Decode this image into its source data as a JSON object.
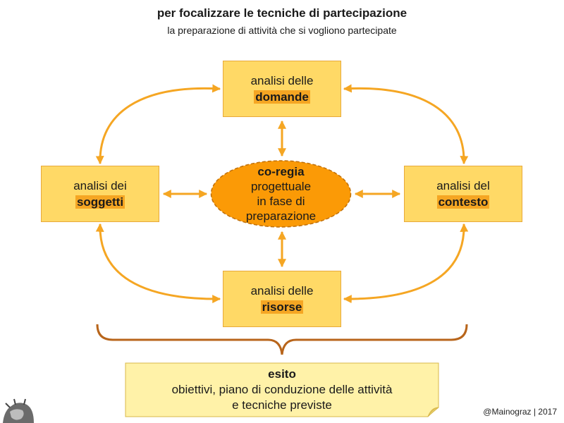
{
  "title": "per focalizzare le tecniche di partecipazione",
  "subtitle": "la preparazione di attività che si vogliono partecipate",
  "boxes": {
    "domande": {
      "line1": "analisi delle",
      "keyword": "domande"
    },
    "soggetti": {
      "line1": "analisi dei",
      "keyword": "soggetti"
    },
    "contesto": {
      "line1": "analisi del",
      "keyword": "contesto"
    },
    "risorse": {
      "line1": "analisi delle",
      "keyword": "risorse"
    }
  },
  "center": {
    "keyword": "co-regia",
    "line2": "progettuale",
    "line3": "in fase di",
    "line4": "preparazione"
  },
  "outcome": {
    "heading": "esito",
    "line1": "obiettivi, piano di conduzione delle attività",
    "line2": "e tecniche previste"
  },
  "credit": "@Mainograz | 2017",
  "colors": {
    "box_fill": "#ffd966",
    "box_border": "#e8a93a",
    "highlight": "#f5a623",
    "center_fill": "#fb9a06",
    "center_border": "#c0700a",
    "arrow": "#f5a623",
    "brace": "#b8651b",
    "note_fill": "#fff2a8"
  }
}
